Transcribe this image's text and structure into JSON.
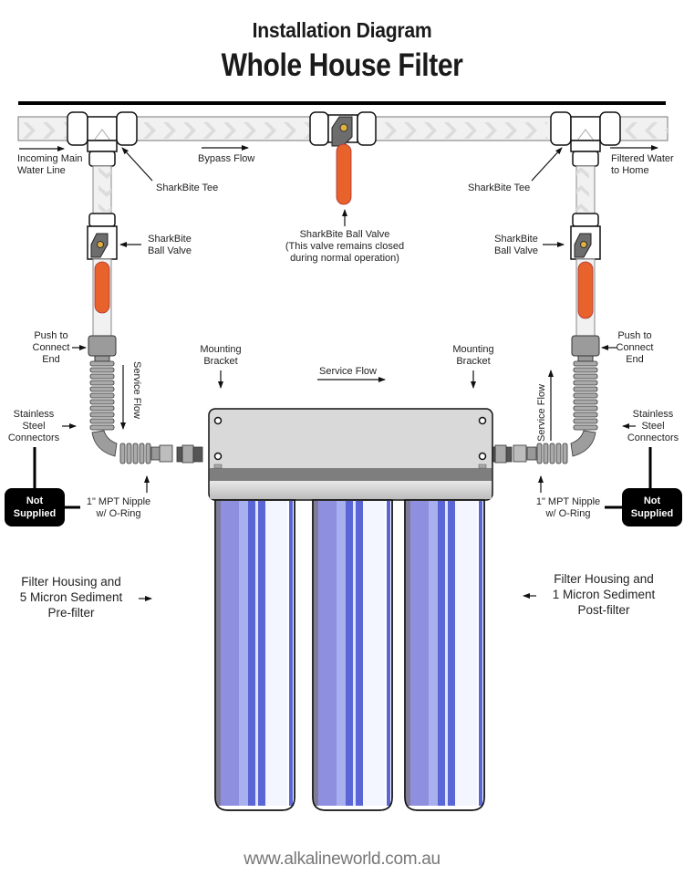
{
  "header": {
    "title": "Installation Diagram",
    "subtitle": "Whole House Filter"
  },
  "labels": {
    "incoming_main": [
      "Incoming Main",
      "Water Line"
    ],
    "bypass_flow": "Bypass Flow",
    "filtered_water": [
      "Filtered Water",
      "to Home"
    ],
    "tee_left": "SharkBite Tee",
    "tee_right": "SharkBite Tee",
    "ball_valve_left": [
      "SharkBite",
      "Ball Valve"
    ],
    "ball_valve_right": [
      "SharkBite",
      "Ball Valve"
    ],
    "bypass_valve": [
      "SharkBite Ball Valve",
      "(This valve remains closed",
      "during normal operation)"
    ],
    "push_connect_left": [
      "Push to",
      "Connect",
      "End"
    ],
    "push_connect_right": [
      "Push to",
      "Connect",
      "End"
    ],
    "mounting_bracket_left": [
      "Mounting",
      "Bracket"
    ],
    "mounting_bracket_right": [
      "Mounting",
      "Bracket"
    ],
    "service_flow_top": "Service Flow",
    "service_flow_left": "Service Flow",
    "service_flow_right": "Service Flow",
    "stainless_left": [
      "Stainless",
      "Steel",
      "Connectors"
    ],
    "stainless_right": [
      "Stainless",
      "Steel",
      "Connectors"
    ],
    "nipple_left": [
      "1\" MPT Nipple",
      "w/ O-Ring"
    ],
    "nipple_right": [
      "1\" MPT Nipple",
      "w/ O-Ring"
    ],
    "not_supplied_left": [
      "Not",
      "Supplied"
    ],
    "not_supplied_right": [
      "Not",
      "Supplied"
    ],
    "prefilter": [
      "Filter Housing and",
      "5 Micron Sediment",
      "Pre-filter"
    ],
    "postfilter": [
      "Filter Housing and",
      "1 Micron Sediment",
      "Post-filter"
    ]
  },
  "colors": {
    "valve_handle": "#e8622c",
    "filter_blue": "#5a66d6",
    "pipe_fill": "#ececec",
    "bracket": "#d9d9d9"
  },
  "footer": {
    "website": "www.alkalineworld.com.au"
  }
}
